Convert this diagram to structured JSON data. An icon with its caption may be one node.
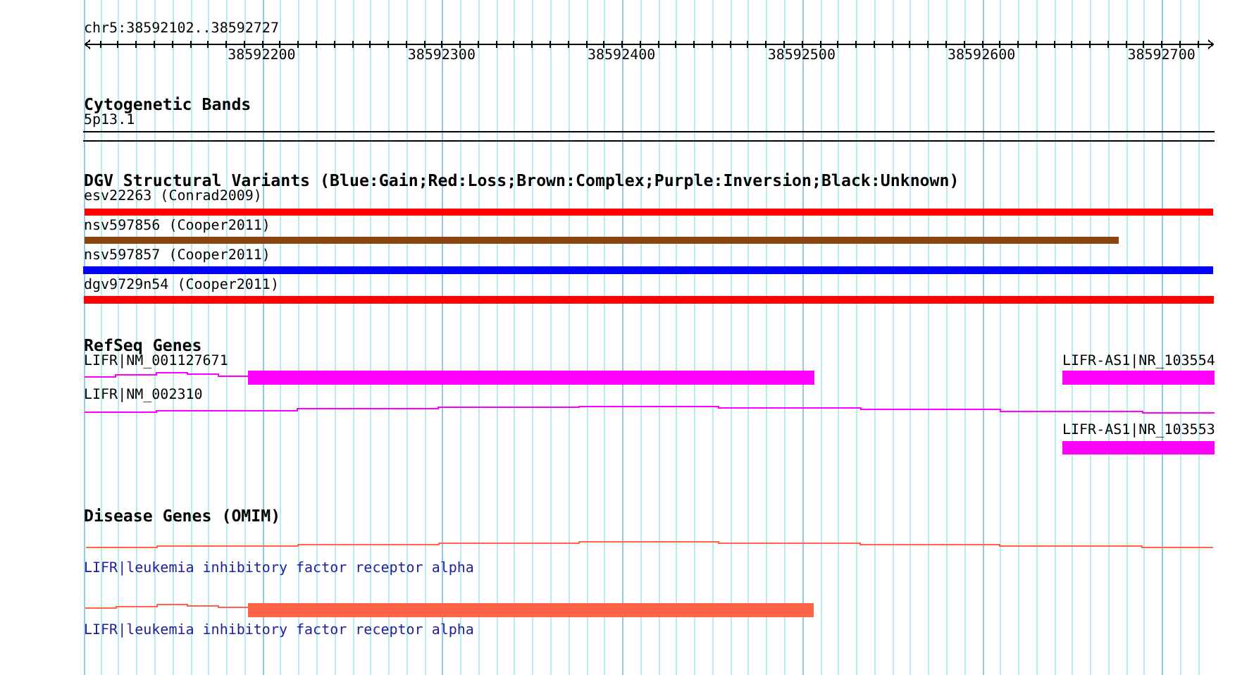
{
  "diagram": {
    "nodes": [
      {
        "text": [
          "5p13.1"
        ]
      },
      {
        "text": [
          "esv22263 (Conrad2009)"
        ]
      },
      {
        "text": [
          "nsv597856 (Cooper2011)"
        ]
      },
      {
        "text": [
          "nsv597857 (Cooper2011)"
        ]
      },
      {
        "text": [
          "dgv9729n54 (Cooper2011)"
        ]
      },
      {
        "text": [
          "LIFR|NM_001127671"
        ]
      },
      {
        "text": [
          "LIFR-AS1|NR_103554"
        ]
      },
      {
        "text": [
          "LIFR|NM_002310"
        ]
      },
      {
        "text": [
          "LIFR-AS1|NR_103553"
        ]
      },
      {
        "text": [
          "LIFR|leukemia inhibitory factor receptor alpha"
        ]
      },
      {
        "text": [
          "LIFR|leukemia inhibitory factor receptor alpha"
        ]
      }
    ],
    "labels": [
      "chr5:38592102..38592727",
      "38592200",
      "38592300",
      "38592400",
      "38592500",
      "38592600",
      "38592700",
      "Cytogenetic Bands",
      "DGV Structural Variants (Blue:Gain;Red:Loss;Brown:Complex;Purple:Inversion;Black:Unknown)",
      "RefSeq Genes",
      "Disease Genes (OMIM)"
    ]
  }
}
